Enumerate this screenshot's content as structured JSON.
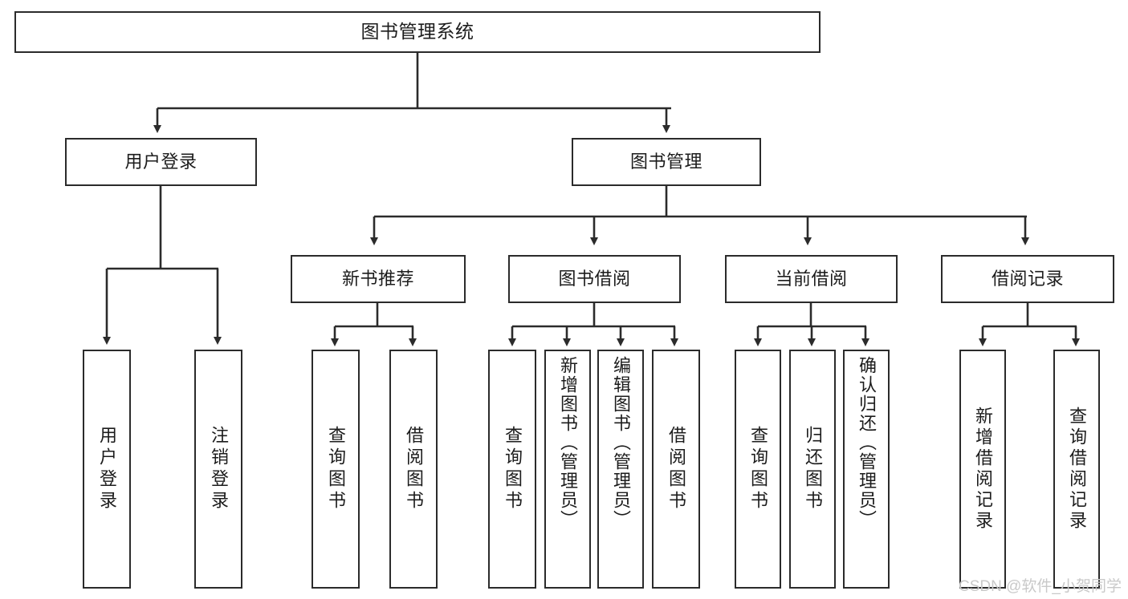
{
  "diagram": {
    "title": "图书管理系统",
    "type": "hierarchy-tree",
    "watermark": "CSDN @软件_小贺同学",
    "nodes": {
      "root": {
        "label": "图书管理系统"
      },
      "level2": [
        {
          "label": "用户登录"
        },
        {
          "label": "图书管理"
        }
      ],
      "level3": [
        {
          "label": "新书推荐"
        },
        {
          "label": "图书借阅"
        },
        {
          "label": "当前借阅"
        },
        {
          "label": "借阅记录"
        }
      ],
      "leaves": {
        "user_login": [
          {
            "label": "用户登录"
          },
          {
            "label": "注销登录"
          }
        ],
        "new_book": [
          {
            "label": "查询图书"
          },
          {
            "label": "借阅图书"
          }
        ],
        "borrow_book": [
          {
            "label": "查询图书"
          },
          {
            "label": "新增图书（管理员）"
          },
          {
            "label": "编辑图书（管理员）"
          },
          {
            "label": "借阅图书"
          }
        ],
        "current_borrow": [
          {
            "label": "查询图书"
          },
          {
            "label": "归还图书"
          },
          {
            "label": "确认归还（管理员）"
          }
        ],
        "borrow_record": [
          {
            "label": "新增借阅记录"
          },
          {
            "label": "查询借阅记录"
          }
        ]
      }
    },
    "colors": {
      "stroke": "#2b2b2b",
      "background": "#ffffff",
      "text": "#1c1c1c",
      "watermark": "#c9c9c9"
    }
  }
}
